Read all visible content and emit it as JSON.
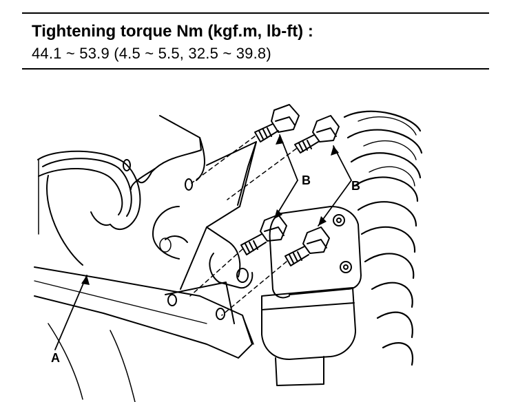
{
  "spec": {
    "title": "Tightening torque Nm (kgf.m, lb-ft) :",
    "value": "44.1 ~ 53.9 (4.5 ~ 5.5, 32.5 ~ 39.8)"
  },
  "callouts": {
    "a": "A",
    "b_left": "B",
    "b_right": "B"
  }
}
